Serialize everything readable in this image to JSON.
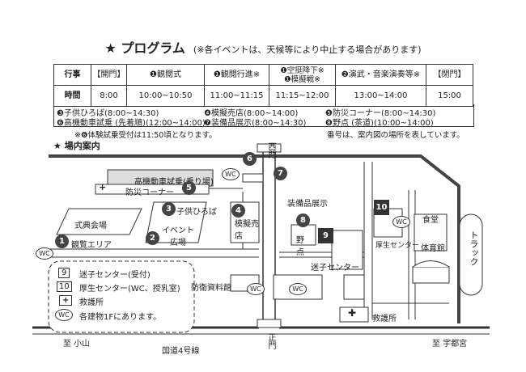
{
  "title": {
    "heading": "★ プログラム",
    "note": "(※各イベントは、天候等により中止する場合があります)"
  },
  "schedule": {
    "row_event": [
      "行事",
      "【開門】",
      "❶観閲式",
      "❶観閲行進※",
      "❶空挺降下※\n❶模擬戦※",
      "❷演武・音楽演奏等※",
      "【閉門】"
    ],
    "row_time": [
      "時間",
      "8:00",
      "10:00~10:50",
      "11:00~11:15",
      "11:15~12:00",
      "13:00~14:00",
      "15:00"
    ]
  },
  "legend": [
    [
      "❸子供ひろば(8:00~14:30)",
      "❹模擬売店(8:00~14:00)",
      "❺防災コーナー(8:00~14:30)"
    ],
    [
      "❻高機動車試乗 (先着順)(12:00~14:00)",
      "❼装備品展示(8:00~14:30)",
      "❽野点 (茶道)(10:00~14:00)"
    ]
  ],
  "notes": {
    "left": "※❻体験試乗受付は11:50頃となります。",
    "right": "番号は、案内図の場所を表しています。"
  },
  "map": {
    "section_title": "★ 場内案内",
    "gate_west": "西門",
    "gate_main": "正門",
    "to_oyama": "至 小山",
    "to_utsunomiya": "至 宇都宮",
    "route4": "国道4号線",
    "truck": "トラック",
    "areas": {
      "hmv_ride": "高機動車試乗(乗り場)",
      "bousai": "防災コーナー",
      "kodomo": "子供ひろば",
      "event": "イベント広場",
      "mogi": "模擬売店",
      "shikiten": "式典会場",
      "kanran": "観覧エリア",
      "soubi": "装備品展示",
      "nodate": "野点",
      "maigo": "迷子センター",
      "kousei": "厚生センター",
      "shokudo": "食堂",
      "taiikukan": "体育館",
      "bouei": "防衛資料館",
      "kyugo": "救護所",
      "wc": "WC"
    },
    "numbers": {
      "n1": "1",
      "n2": "2",
      "n3": "3",
      "n4": "4",
      "n5": "5",
      "n6": "6",
      "n7": "7",
      "n8": "8",
      "n9": "9",
      "n10": "10"
    }
  },
  "map_legend": [
    {
      "key": "9",
      "text": "迷子センター(受付)"
    },
    {
      "key": "10",
      "text": "厚生センター(WC、授乳室)"
    },
    {
      "key": "+",
      "text": "救護所"
    },
    {
      "key": "WC",
      "text": "各建物1Fにあります。"
    }
  ]
}
